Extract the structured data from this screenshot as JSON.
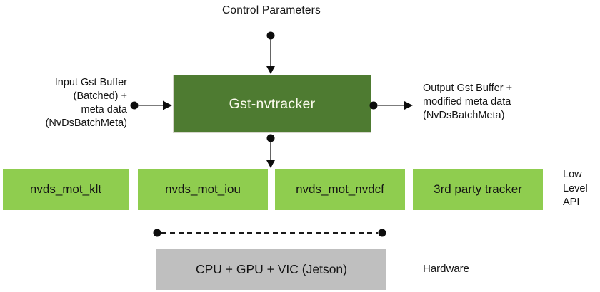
{
  "control_parameters": {
    "label": "Control Parameters"
  },
  "plugin": {
    "label": "Gst-nvtracker"
  },
  "input_label": {
    "lines": [
      "Input Gst Buffer",
      "(Batched) +",
      "meta data",
      "(NvDsBatchMeta)"
    ]
  },
  "output_label": {
    "lines": [
      "Output Gst Buffer +",
      "modified meta data",
      "(NvDsBatchMeta)"
    ]
  },
  "modules": {
    "items": [
      "nvds_mot_klt",
      "nvds_mot_iou",
      "nvds_mot_nvdcf",
      "3rd party tracker"
    ]
  },
  "low_level_api_label": {
    "lines": [
      "Low",
      "Level",
      "API"
    ]
  },
  "hardware": {
    "box_label": "CPU + GPU + VIC (Jetson)",
    "side_label": "Hardware"
  },
  "colors": {
    "plugin_box_green": "#4e7b31",
    "module_box_green": "#8fcd4f",
    "hardware_box_gray": "#bfbfbf",
    "connector_black": "#0d0d0d",
    "text_black": "#141414",
    "plugin_text_ivory": "#fafaec"
  }
}
